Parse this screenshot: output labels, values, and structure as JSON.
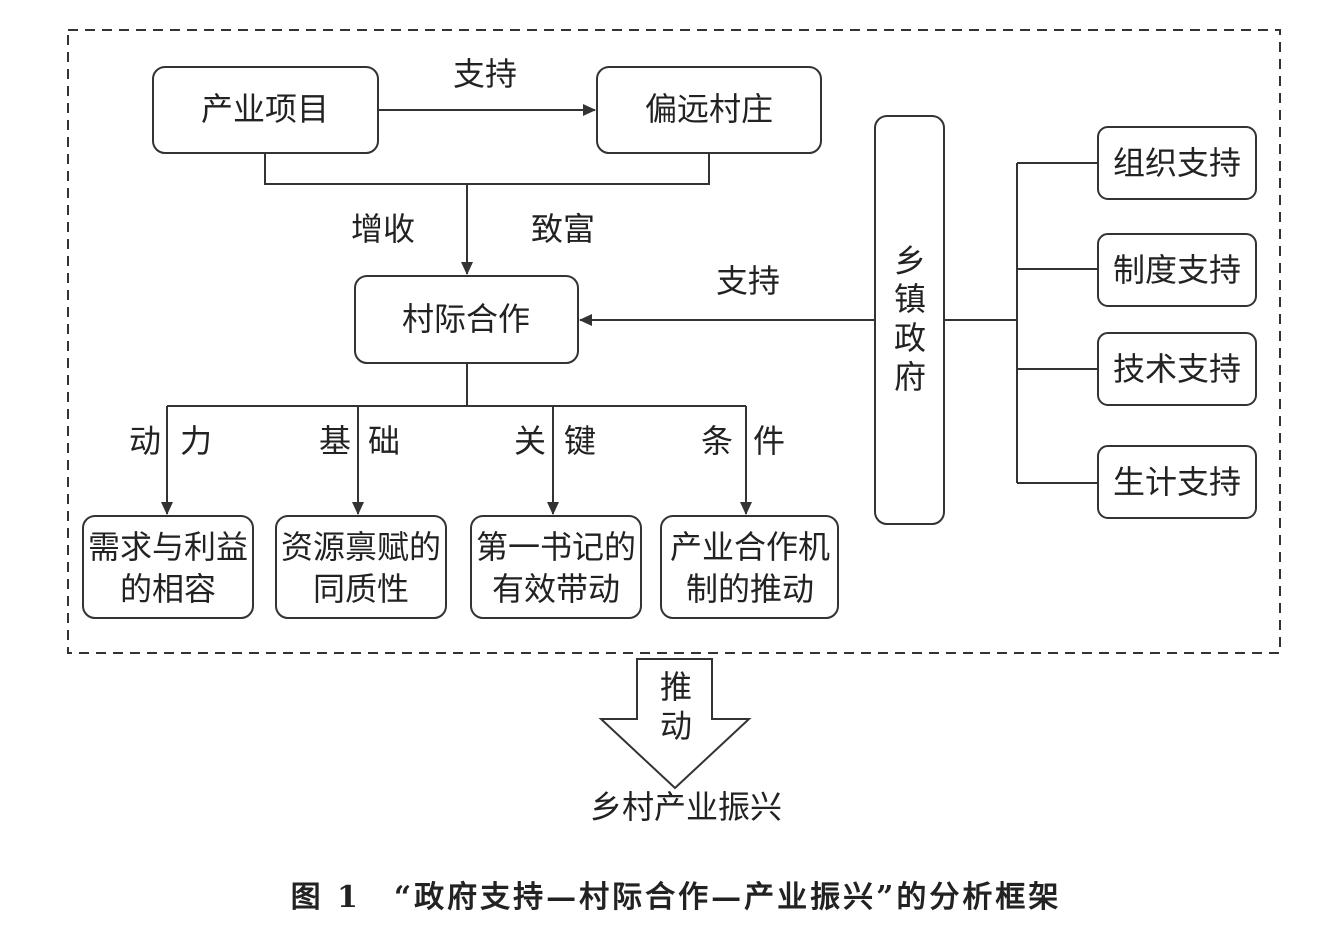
{
  "diagram": {
    "nodes": {
      "industry_project": "产业项目",
      "remote_village": "偏远村庄",
      "village_cooperation": "村际合作",
      "township_government": [
        "乡",
        "镇",
        "政",
        "府"
      ],
      "org_support": "组织支持",
      "system_support": "制度支持",
      "tech_support": "技术支持",
      "livelihood_support": "生计支持",
      "needs_interests": [
        "需求与利益",
        "的相容"
      ],
      "resource_endowment": [
        "资源禀赋的",
        "同质性"
      ],
      "first_secretary": [
        "第一书记的",
        "有效带动"
      ],
      "coop_mechanism": [
        "产业合作机",
        "制的推动"
      ],
      "industry_revitalization": "乡村产业振兴"
    },
    "edge_labels": {
      "support_top": "支持",
      "income_increase": "增收",
      "get_rich": "致富",
      "support_gov": "支持",
      "driving_force": [
        "动",
        "力"
      ],
      "foundation": [
        "基",
        "础"
      ],
      "key": [
        "关",
        "键"
      ],
      "condition": [
        "条",
        "件"
      ],
      "push": [
        "推",
        "动"
      ]
    },
    "caption": "图 1　“政府支持—村际合作—产业振兴”的分析框架"
  }
}
